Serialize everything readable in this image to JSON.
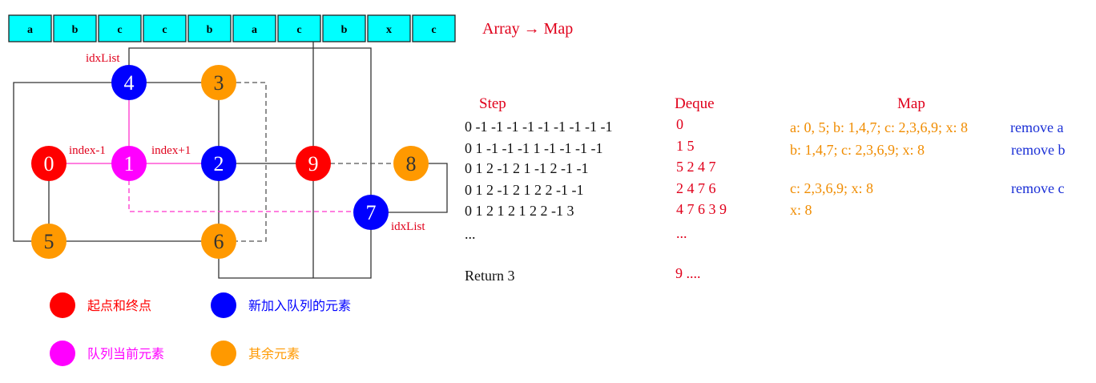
{
  "colors": {
    "cell_fill": "#00ffff",
    "start_end": "#ff0000",
    "new_in_queue": "#0000ff",
    "queue_current": "#ff00ff",
    "other": "#ff9900",
    "label_red": "#e0001b",
    "remove_blue": "#1a2fd6",
    "map_orange": "#f08c00"
  },
  "array": [
    "a",
    "b",
    "c",
    "c",
    "b",
    "a",
    "c",
    "b",
    "x",
    "c"
  ],
  "title": "Array → Map",
  "nodes": [
    {
      "id": "0",
      "role": "start_end"
    },
    {
      "id": "1",
      "role": "queue_current"
    },
    {
      "id": "2",
      "role": "new_in_queue"
    },
    {
      "id": "3",
      "role": "other"
    },
    {
      "id": "4",
      "role": "new_in_queue"
    },
    {
      "id": "5",
      "role": "other"
    },
    {
      "id": "6",
      "role": "other"
    },
    {
      "id": "7",
      "role": "new_in_queue"
    },
    {
      "id": "8",
      "role": "other"
    },
    {
      "id": "9",
      "role": "start_end"
    }
  ],
  "edge_labels": {
    "idx_list_top": "idxList",
    "idx_list_right": "idxList",
    "index_minus": "index-1",
    "index_plus": "index+1"
  },
  "table": {
    "headers": {
      "step": "Step",
      "deque": "Deque",
      "map": "Map"
    },
    "rows": [
      {
        "step": "0 -1 -1 -1 -1 -1 -1 -1 -1 -1",
        "deque": "0",
        "map": "a: 0, 5; b: 1,4,7; c: 2,3,6,9; x: 8",
        "remove": "remove a"
      },
      {
        "step": "0 1 -1 -1 -1 1 -1 -1 -1 -1",
        "deque": "1 5",
        "map": "b: 1,4,7; c: 2,3,6,9; x: 8",
        "remove": "remove b"
      },
      {
        "step": "0 1 2 -1 2 1 -1 2 -1 -1",
        "deque": "5 2 4 7",
        "map": "",
        "remove": ""
      },
      {
        "step": "0 1 2 -1 2 1 2 2 -1 -1",
        "deque": "2 4 7 6",
        "map": "c: 2,3,6,9; x: 8",
        "remove": "remove c"
      },
      {
        "step": "0 1 2 1 2 1 2 2 -1 3",
        "deque": "4 7 6 3 9",
        "map": "x: 8",
        "remove": ""
      },
      {
        "step": "...",
        "deque": "...",
        "map": "",
        "remove": ""
      }
    ],
    "final": {
      "step": "Return 3",
      "deque": "9 ...."
    }
  },
  "legend": [
    {
      "role": "start_end",
      "label": "起点和终点"
    },
    {
      "role": "new_in_queue",
      "label": "新加入队列的元素"
    },
    {
      "role": "queue_current",
      "label": "队列当前元素"
    },
    {
      "role": "other",
      "label": "其余元素"
    }
  ]
}
